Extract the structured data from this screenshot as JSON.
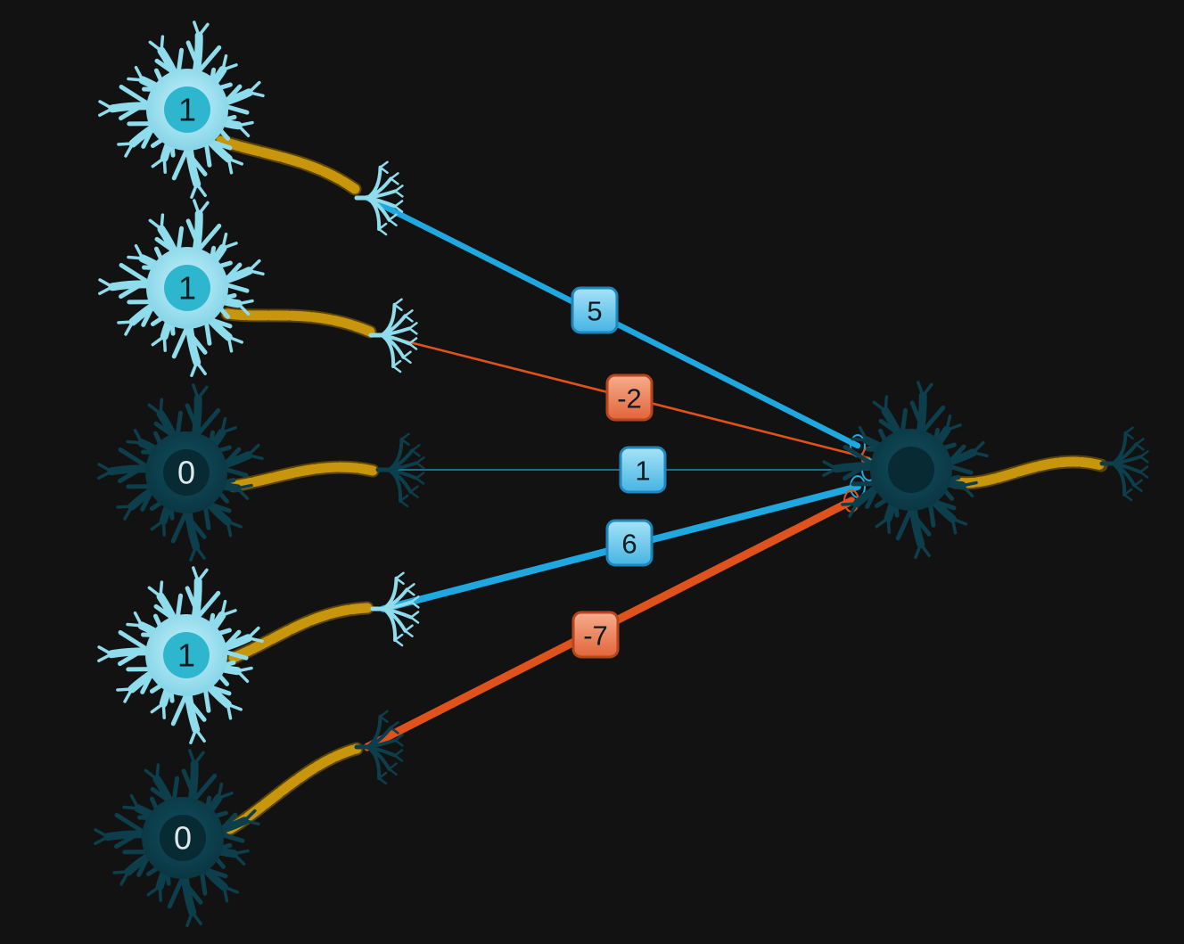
{
  "colors": {
    "background": "#121212",
    "active_neuron": "#8fdcec",
    "active_core": "#2fb6cf",
    "inactive_neuron": "#0c3e4c",
    "inactive_core": "#072a33",
    "axon_myelin": "#c8960c",
    "positive_weight": "#1fa7df",
    "negative_weight": "#e0521c",
    "positive_box": "#5cc3ea",
    "negative_box": "#ef7c52"
  },
  "inputs": [
    {
      "state": "1",
      "active": true,
      "weight": "5",
      "sign": "positive"
    },
    {
      "state": "1",
      "active": true,
      "weight": "-2",
      "sign": "negative"
    },
    {
      "state": "0",
      "active": false,
      "weight": "1",
      "sign": "positive"
    },
    {
      "state": "1",
      "active": true,
      "weight": "6",
      "sign": "positive"
    },
    {
      "state": "0",
      "active": false,
      "weight": "-7",
      "sign": "negative"
    }
  ],
  "output": {
    "state": "",
    "active": false
  }
}
